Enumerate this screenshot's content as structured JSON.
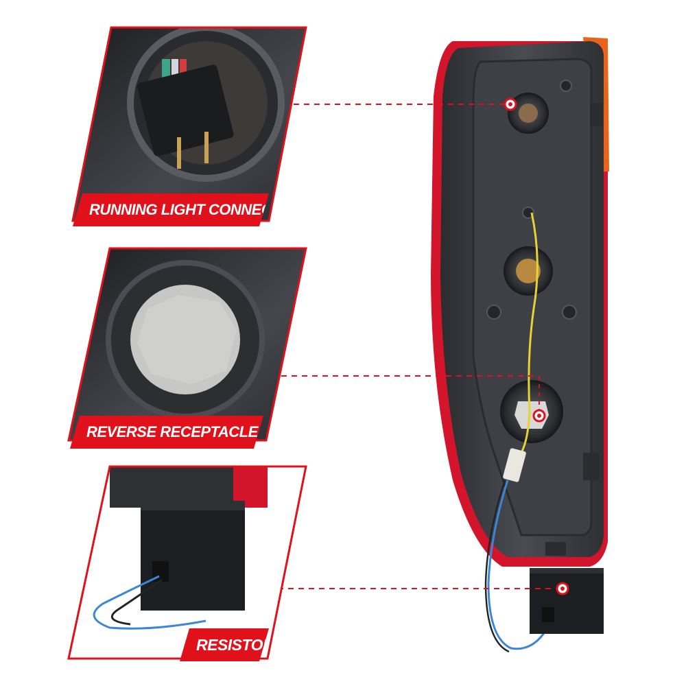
{
  "callouts": {
    "running_light_connector": "RUNNING LIGHT CONNECTOR",
    "reverse_receptacle": "REVERSE RECEPTACLE",
    "resistor": "RESISTOR"
  },
  "colors": {
    "brand_red": "#e0111a",
    "lens_red": "#d3152b",
    "lens_amber": "#e8641a",
    "housing_dark": "#3b3d42",
    "wire_yellow": "#e8d234",
    "wire_blue": "#3b86d6"
  }
}
